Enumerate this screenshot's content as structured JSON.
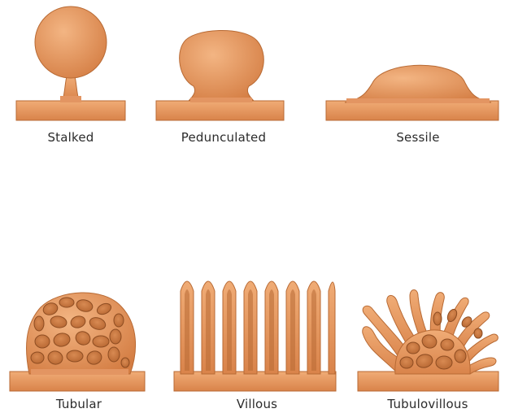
{
  "colors": {
    "tissue": "#dc8a50",
    "tissue_light": "#f2b07c",
    "outline": "#b86a34",
    "gland": "#c27340",
    "gland_outline": "#8e4d22",
    "label": "#2b2b2b"
  },
  "shapes": {
    "stalked": {
      "label": "Stalked"
    },
    "pedunculated": {
      "label": "Pedunculated"
    },
    "sessile": {
      "label": "Sessile"
    },
    "tubular": {
      "label": "Tubular"
    },
    "villous": {
      "label": "Villous"
    },
    "tubulovillous": {
      "label": "Tubulovillous"
    }
  }
}
